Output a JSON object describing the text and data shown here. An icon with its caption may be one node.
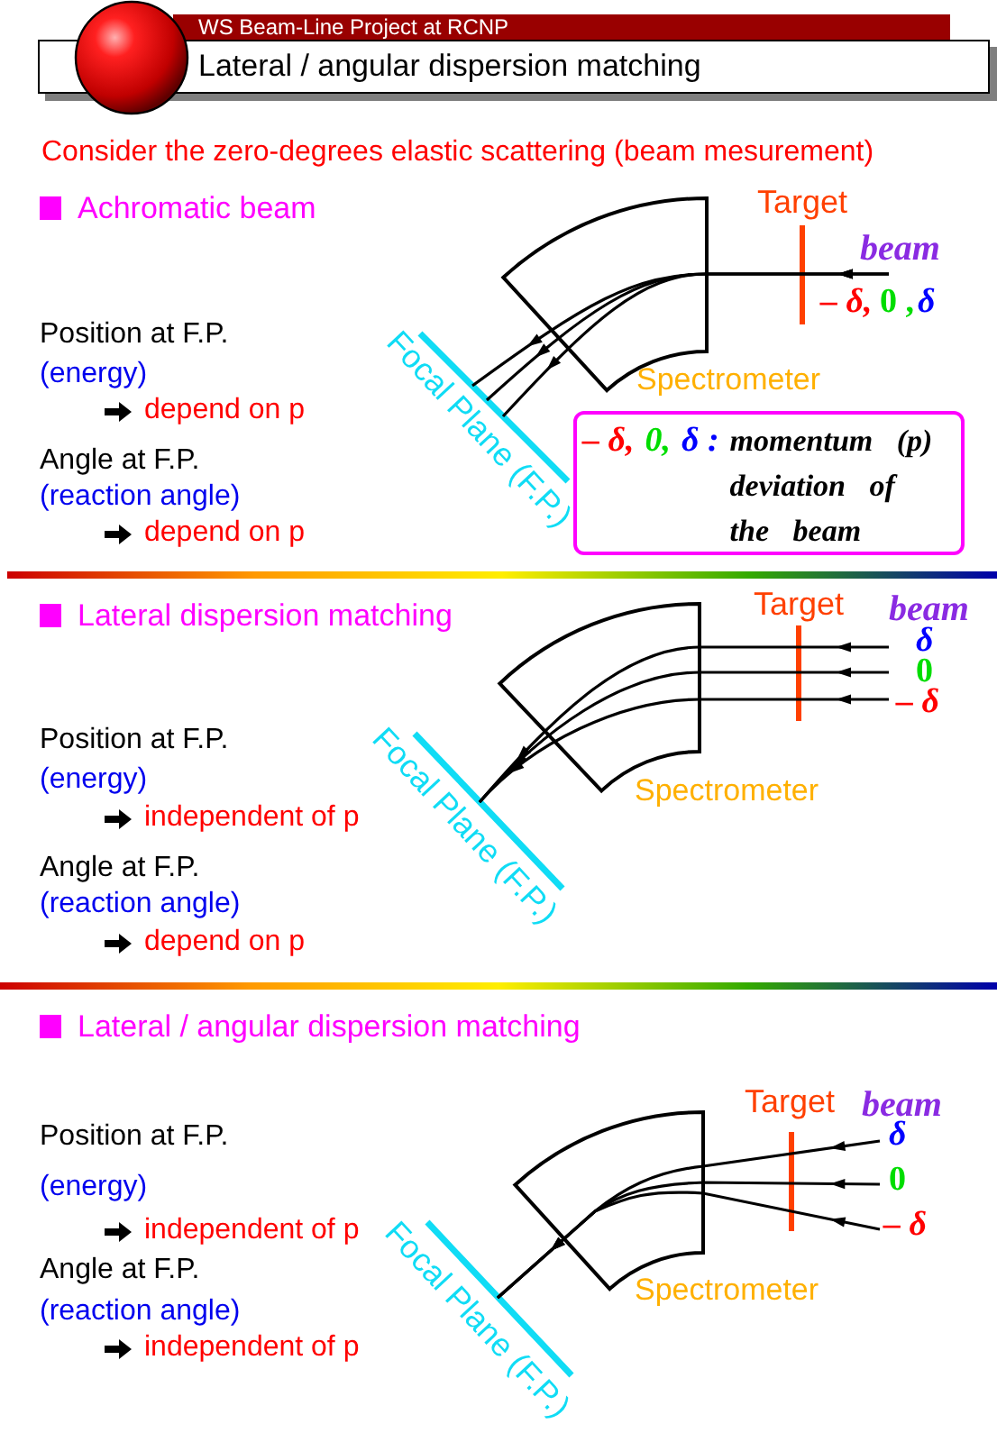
{
  "diagram": {
    "title": "Lateral / angular dispersion matching",
    "nodes": [
      {
        "text": [
          "WS Beam-Line Project at RCNP"
        ]
      },
      {
        "text": [
          "– δ,",
          "0,",
          "δ :",
          "momentum (p) deviation of the beam"
        ]
      }
    ],
    "labels": [
      "Consider the zero-degrees elastic scattering (beam mesurement)",
      "Achromatic beam",
      "Target",
      "beam",
      "– δ,",
      "0 ,",
      "δ",
      "Position at F.P.",
      "(energy)",
      "depend on p",
      "Spectrometer",
      "Focal Plane (F.P.)",
      "Angle at F.P.",
      "(reaction angle)",
      "depend on p",
      "Lateral dispersion matching",
      "Target",
      "beam",
      "δ",
      "0",
      "– δ",
      "Position at F.P.",
      "(energy)",
      "independent of p",
      "Spectrometer",
      "Focal Plane (F.P.)",
      "Angle at F.P.",
      "(reaction angle)",
      "depend on p",
      "Lateral / angular dispersion matching",
      "Target",
      "beam",
      "δ",
      "Position at F.P.",
      "0",
      "(energy)",
      "– δ",
      "independent of p",
      "Spectrometer",
      "Angle at F.P.",
      "(reaction angle)",
      "Focal Plane (F.P.)",
      "independent of p"
    ]
  }
}
